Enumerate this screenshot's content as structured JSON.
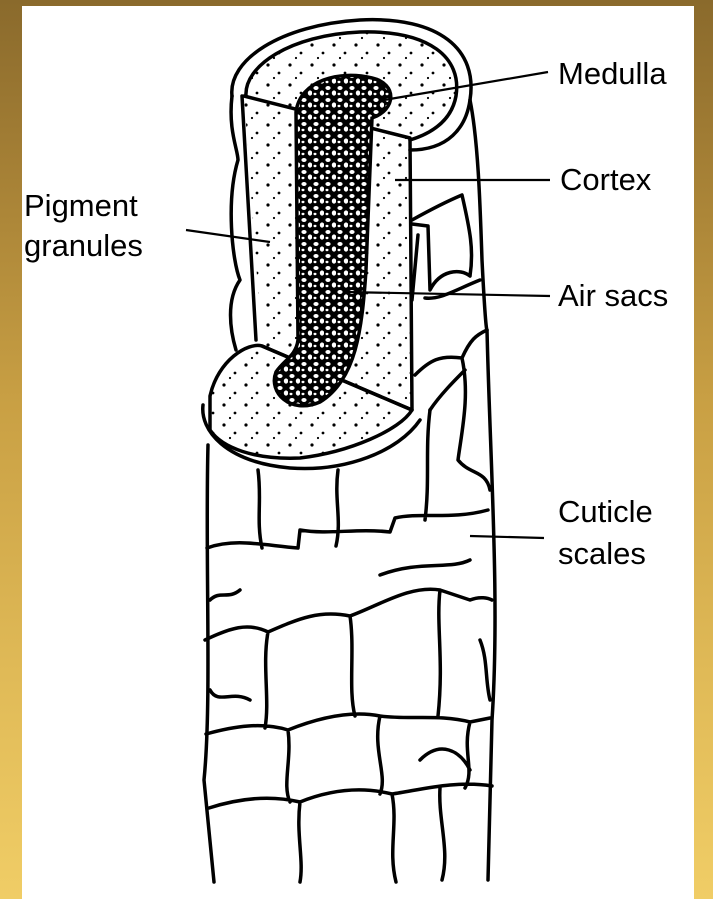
{
  "diagram": {
    "labels": {
      "medulla": "Medulla",
      "cortex": "Cortex",
      "pigment_line1": "Pigment",
      "pigment_line2": "granules",
      "air_sacs": "Air sacs",
      "cuticle_line1": "Cuticle",
      "cuticle_line2": "scales"
    },
    "colors": {
      "frame_outer": "#8a6a2c",
      "frame_lower": "#f0cd66",
      "panel": "#ffffff",
      "ink": "#000000"
    }
  }
}
